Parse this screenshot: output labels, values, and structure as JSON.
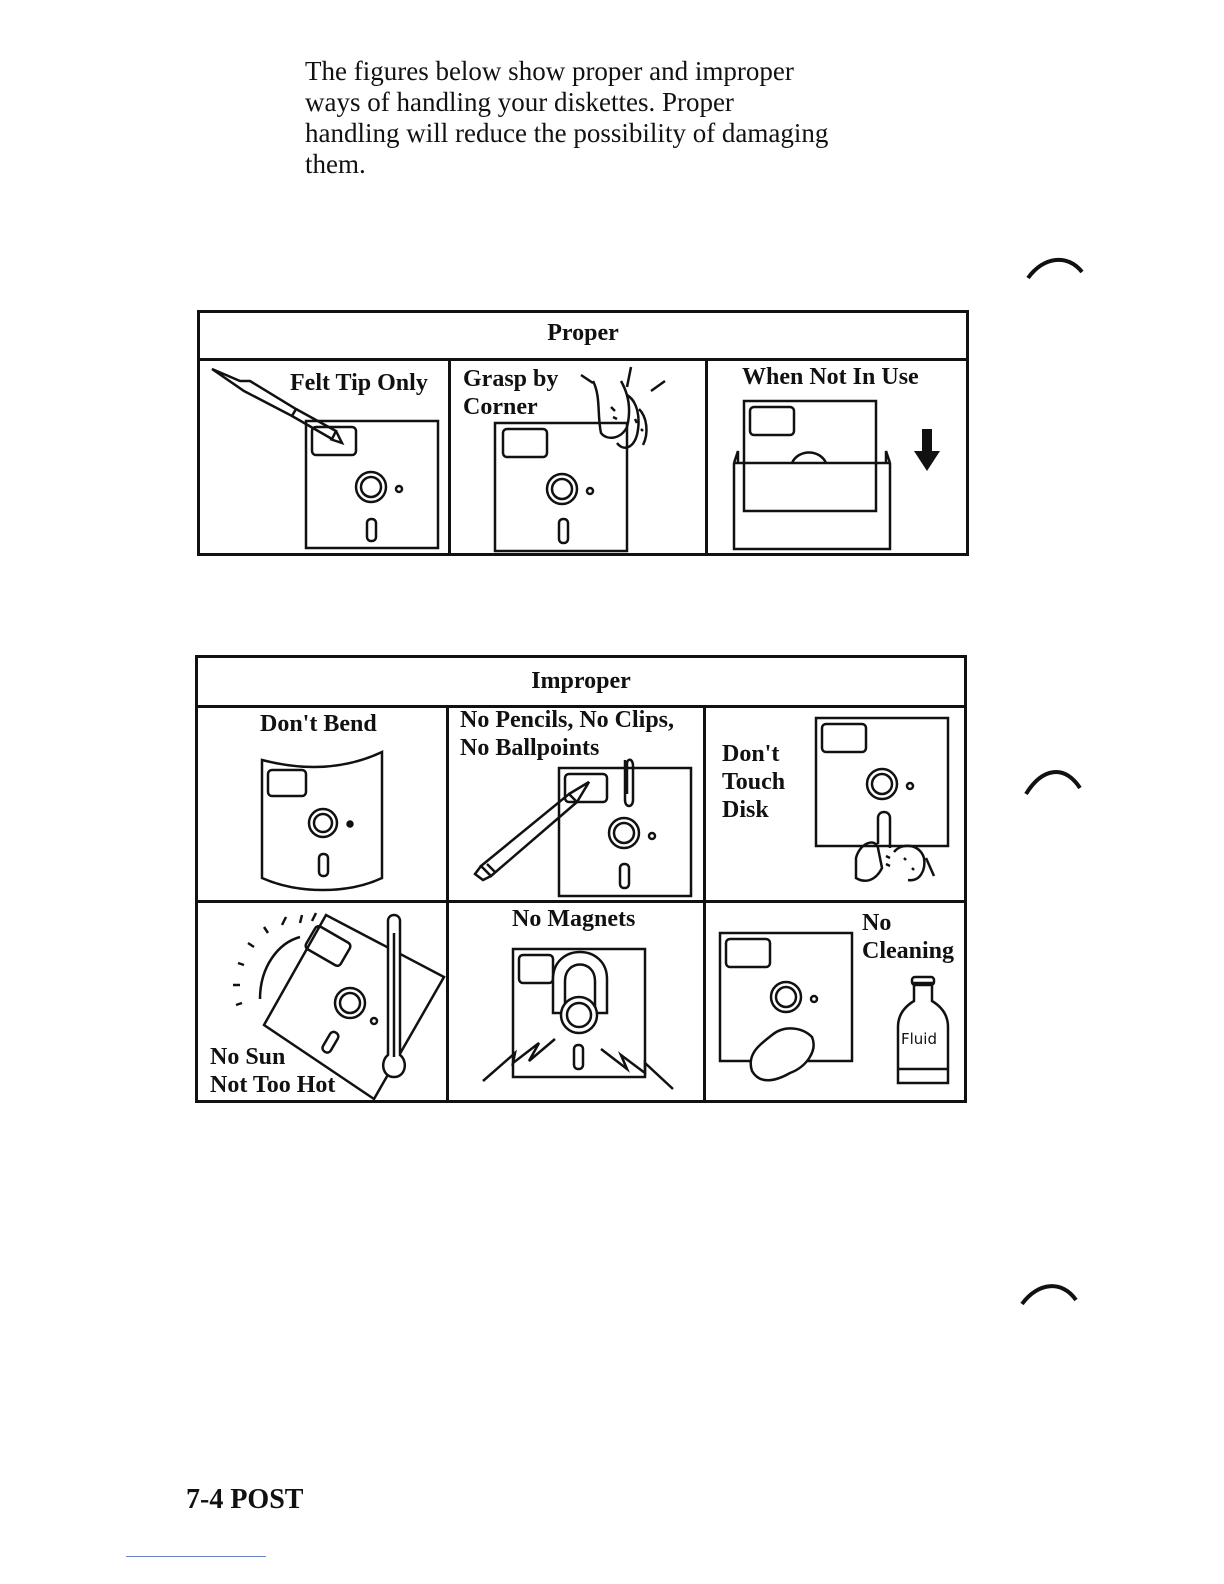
{
  "intro": {
    "lines": [
      "The figures below show proper and improper",
      "ways of handling your diskettes.  Proper",
      "handling will reduce the possibility of damaging",
      "them."
    ]
  },
  "proper": {
    "title": "Proper",
    "cells": [
      {
        "lines": [
          "Felt Tip Only"
        ]
      },
      {
        "lines": [
          "Grasp by",
          "Corner"
        ]
      },
      {
        "lines": [
          "When Not In Use"
        ]
      }
    ]
  },
  "improper": {
    "title": "Improper",
    "cells": [
      {
        "lines": [
          "Don't Bend"
        ]
      },
      {
        "lines": [
          "No Pencils, No Clips,",
          "No Ballpoints"
        ]
      },
      {
        "lines": [
          "Don't",
          "Touch",
          "Disk"
        ]
      },
      {
        "lines": [
          "No Sun",
          "Not Too Hot"
        ]
      },
      {
        "lines": [
          "No Magnets"
        ]
      },
      {
        "lines": [
          "No",
          "Cleaning"
        ]
      }
    ],
    "fluid_label": "Fluid"
  },
  "footer": {
    "text": "7-4  POST"
  }
}
